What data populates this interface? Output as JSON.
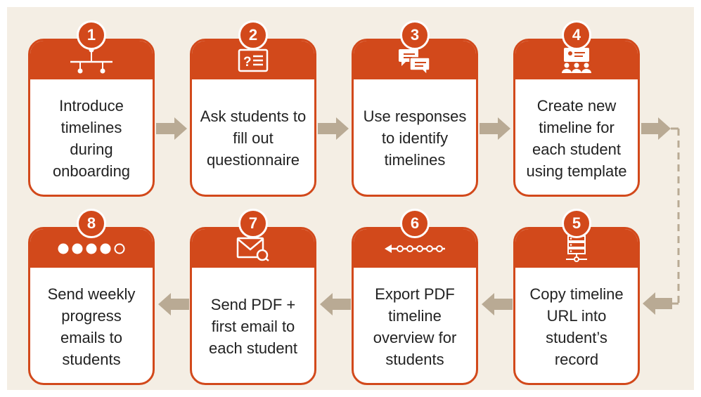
{
  "colors": {
    "accent": "#d2491b",
    "arrow": "#b9aa94",
    "background": "#f4eee4"
  },
  "steps": [
    {
      "number": "1",
      "text": "Introduce timelines during onboarding",
      "icon": "timeline-branch-icon"
    },
    {
      "number": "2",
      "text": "Ask students to fill out questionnaire",
      "icon": "questionnaire-icon"
    },
    {
      "number": "3",
      "text": "Use responses to identify timelines",
      "icon": "chat-bubbles-icon"
    },
    {
      "number": "4",
      "text": "Create new timeline for each student using template",
      "icon": "presentation-users-icon"
    },
    {
      "number": "5",
      "text": "Copy timeline URL into student’s record",
      "icon": "server-network-icon"
    },
    {
      "number": "6",
      "text": "Export PDF timeline overview for students",
      "icon": "timeline-export-icon"
    },
    {
      "number": "7",
      "text": "Send PDF + first email to each student",
      "icon": "email-search-icon"
    },
    {
      "number": "8",
      "text": "Send weekly progress emails to students",
      "icon": "progress-dots-icon"
    }
  ]
}
